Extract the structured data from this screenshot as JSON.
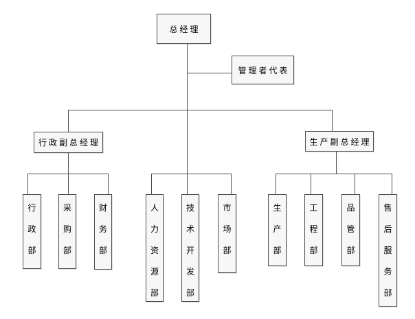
{
  "org": {
    "root": "总经理",
    "staff": "管理者代表",
    "admin_branch": {
      "label": "行政副总经理",
      "departments": [
        "行政部",
        "采购部",
        "财务部"
      ]
    },
    "direct_departments": [
      "人力资源部",
      "技术开发部",
      "市场部"
    ],
    "production_branch": {
      "label": "生产副总经理",
      "departments": [
        "生产部",
        "工程部",
        "品管部",
        "售后服务部"
      ]
    }
  },
  "colors": {
    "background": "#ffffff",
    "box_fill": "#f7f7f7",
    "box_border": "#4d4d4d",
    "connector_line": "#4d4d4d",
    "text": "#000000"
  }
}
